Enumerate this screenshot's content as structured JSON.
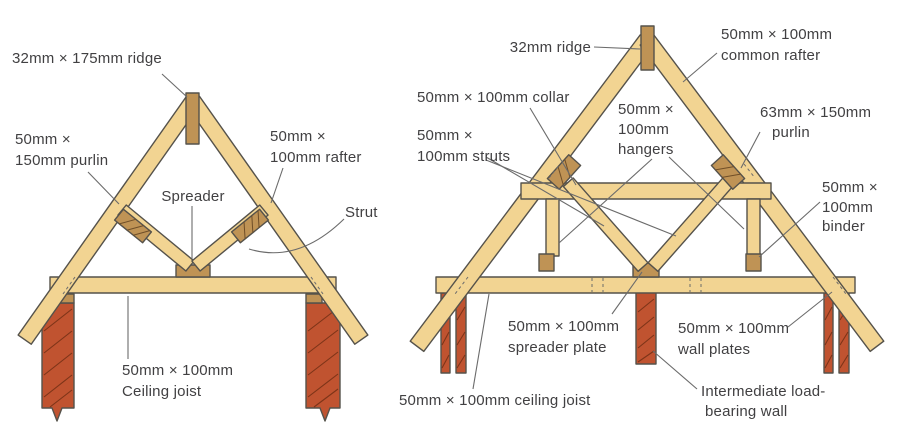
{
  "figure": {
    "left_diagram": {
      "labels": {
        "ridge": "32mm × 175mm ridge",
        "purlin_line1": "50mm ×",
        "purlin_line2": "150mm purlin",
        "rafter_line1": "50mm ×",
        "rafter_line2": "100mm rafter",
        "spreader": "Spreader",
        "strut": "Strut",
        "ceiling_joist_line1": "50mm × 100mm",
        "ceiling_joist_line2": "Ceiling joist"
      }
    },
    "right_diagram": {
      "labels": {
        "ridge": "32mm ridge",
        "common_rafter_line1": "50mm × 100mm",
        "common_rafter_line2": "common rafter",
        "collar": "50mm × 100mm collar",
        "struts_line1": "50mm ×",
        "struts_line2": "100mm struts",
        "hangers_line1": "50mm ×",
        "hangers_line2": "100mm",
        "hangers_line3": "hangers",
        "purlin_line1": "63mm × 150mm",
        "purlin_line2": "purlin",
        "binder_line1": "50mm ×",
        "binder_line2": "100mm",
        "binder_line3": "binder",
        "spreader_plate_line1": "50mm × 100mm",
        "spreader_plate_line2": "spreader plate",
        "wall_plates_line1": "50mm × 100mm",
        "wall_plates_line2": "wall plates",
        "ceiling_joist": "50mm × 100mm ceiling joist",
        "bearing_wall_line1": "Intermediate load-",
        "bearing_wall_line2": "bearing wall"
      }
    },
    "colors": {
      "background": "#ffffff",
      "wood_light": "#f2d492",
      "wood_dark": "#bf9355",
      "wood_dark_hatch": "#6f4e28",
      "brick": "#c05330",
      "brick_hatch": "#7d3418",
      "outline": "#55524b",
      "leader": "#6b6b6b",
      "text": "#414042"
    }
  }
}
